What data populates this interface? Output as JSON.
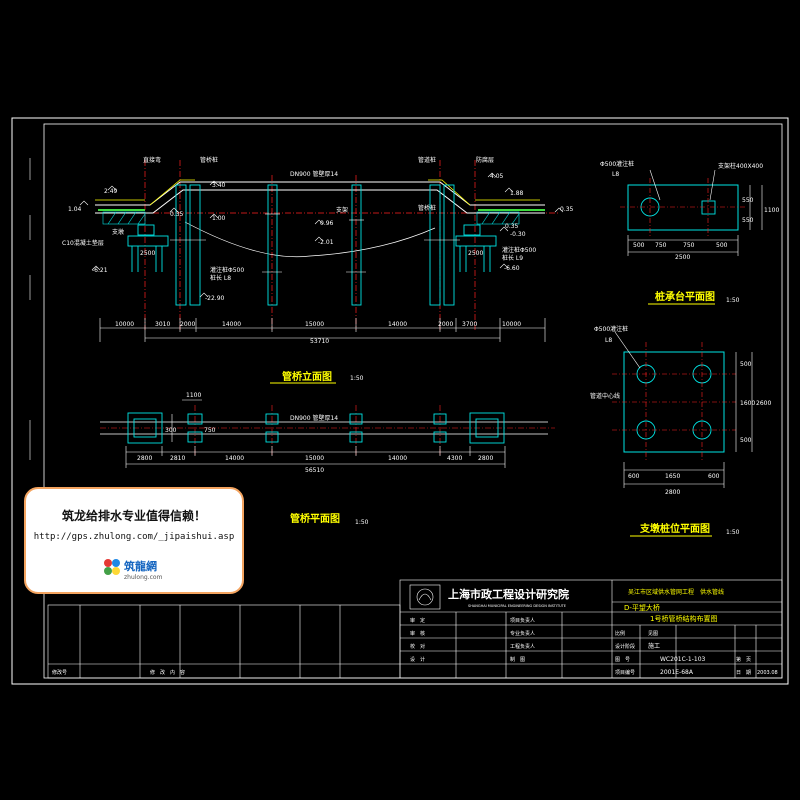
{
  "colors": {
    "background": "#000000",
    "frame": "#ffffff",
    "line_cyan": "#00e5e5",
    "line_yellow": "#ffff00",
    "centerline_red": "#ff2020",
    "pipe_white": "#ffffff",
    "ground_green": "#3ddc3d",
    "promo_border": "#f4a460"
  },
  "elevation_view": {
    "title": "管桥立面图",
    "scale": "1:50",
    "labels": {
      "left_support": "直接弯",
      "pipe_label": "DN900 管壁厚14",
      "water_label": "管桥桩",
      "support": "支架",
      "right_support": "管道桩",
      "right_top": "防腐层",
      "left_c10": "C10混凝土垫层",
      "left_pier": "支墩",
      "pile": "灌注桩Φ500",
      "pile_len": "桩长 L8",
      "right_pile": "灌注桩Φ500",
      "right_pile_len": "桩长 L9"
    },
    "elevations": [
      "1.04",
      "2.49",
      "3.40",
      "1.00",
      "0.35",
      "0.96",
      "-2.01",
      "4.05",
      "1.88",
      "0.35",
      "-0.30",
      "-6.21",
      "-22.90",
      "-6.60",
      "0.35"
    ],
    "dims": [
      "10000",
      "3010",
      "2000",
      "14000",
      "15000",
      "14000",
      "2000",
      "3700",
      "10000"
    ],
    "total": "53710",
    "small_dims": [
      "2500",
      "2500"
    ]
  },
  "plan_view": {
    "title": "管桥平面图",
    "scale": "1:50",
    "pipe_label": "DN900 管壁厚14",
    "dims": [
      "2800",
      "2810",
      "14000",
      "15000",
      "14000",
      "4300",
      "2800"
    ],
    "total": "56510",
    "side_dims": [
      "1100",
      "300",
      "750"
    ]
  },
  "pile_cap_plan": {
    "title": "桩承台平面图",
    "scale": "1:50",
    "pile_label": "Φ500灌注桩",
    "pile_len": "L8",
    "column_label": "支架柱400X400",
    "dims": [
      "500",
      "750",
      "750",
      "500"
    ],
    "total": "2500",
    "side_dims": [
      "550",
      "550",
      "1100"
    ]
  },
  "pier_pile_plan": {
    "title": "支墩桩位平面图",
    "scale": "1:50",
    "pile_label": "Φ500灌注桩",
    "pile_len": "L8",
    "center_label": "管道中心线",
    "dims": [
      "600",
      "1650",
      "600"
    ],
    "total": "2800",
    "side_dims": [
      "500",
      "1600",
      "500"
    ],
    "side_total": "2600"
  },
  "promo": {
    "title": "筑龙给排水专业值得信赖！",
    "url": "http://gps.zhulong.com/_jipaishui.asp",
    "logo_text": "筑龍網",
    "logo_sub": "zhulong.com"
  },
  "title_block": {
    "institute": "上海市政工程设计研究院",
    "institute_en": "SHANGHAI MUNICIPAL ENGINEERING DESIGN INSTITUTE",
    "project": "吴江市区域供水管网工程　供水管线",
    "drawing_name_1": "D-平望大桥",
    "drawing_name_2": "1号桥管桥结构布置图",
    "stage": "施工",
    "drawing_no": "WC201C-1-103",
    "project_no": "2001E-68A",
    "date": "2003.08",
    "sheet": "第　页",
    "rows_left": [
      "审　定",
      "审　核",
      "校　对",
      "设　计"
    ],
    "rows_right": [
      "项目负责人",
      "专业负责人",
      "工程负责人",
      "制　图"
    ],
    "revision": "修改号",
    "revision_content": "修　改　内　容",
    "scale_label": "比例",
    "design_stage_label": "设计阶段",
    "drawing_no_label": "图　号",
    "project_no_label": "项目编号",
    "date_label": "日　期",
    "scale_value": "见图"
  }
}
